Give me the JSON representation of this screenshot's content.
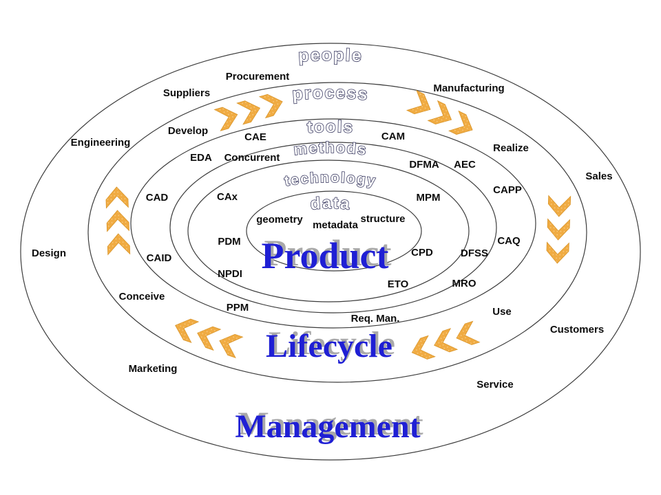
{
  "diagram": {
    "kind": "concentric-ellipse PLM diagram",
    "plm": {
      "product": "Product",
      "lifecycle": "Lifecycle",
      "management": "Management"
    },
    "rings": {
      "people": {
        "label": "people",
        "terms": {
          "procurement": "Procurement",
          "suppliers": "Suppliers",
          "manufacturing": "Manufacturing",
          "engineering": "Engineering",
          "design": "Design",
          "sales": "Sales",
          "customers": "Customers",
          "marketing": "Marketing",
          "service": "Service"
        }
      },
      "process": {
        "label": "process",
        "terms": {
          "develop": "Develop",
          "realize": "Realize",
          "conceive": "Conceive",
          "use": "Use"
        }
      },
      "tools": {
        "label": "tools",
        "terms": {
          "cae": "CAE",
          "cam": "CAM",
          "eda": "EDA",
          "aec": "AEC",
          "cad": "CAD",
          "capp": "CAPP",
          "caid": "CAID",
          "caq": "CAQ",
          "ppm": "PPM",
          "req_man": "Req. Man.",
          "mro": "MRO"
        }
      },
      "methods": {
        "label": "methods",
        "terms": {
          "concurrent": "Concurrent",
          "dfma": "DFMA",
          "npdi": "NPDI",
          "eto": "ETO",
          "dfss": "DFSS"
        }
      },
      "technology": {
        "label": "technology",
        "terms": {
          "cax": "CAx",
          "mpm": "MPM",
          "pdm": "PDM",
          "cpd": "CPD"
        }
      },
      "data": {
        "label": "data",
        "terms": {
          "geometry": "geometry",
          "metadata": "metadata",
          "structure": "structure"
        }
      }
    },
    "arrows": {
      "flow": "clockwise",
      "color": "#f0ab42",
      "groups": [
        "top-left-chevrons-right-up",
        "top-right-chevrons-right-down",
        "right-chevrons-down",
        "bottom-right-chevrons-left-down",
        "bottom-left-chevrons-left-up",
        "left-chevrons-up"
      ]
    },
    "colors": {
      "plm_text_blue": "#1f1fd4",
      "plm_text_shadow": "#a9a9a9",
      "chevron_gold": "#f0ab42",
      "people_dots": "#3c3c74",
      "process_dots": "#e79d35",
      "tools_dots": "#b23752",
      "methods_dots": "#dcc3c3",
      "technology_dots": "#e6c35a",
      "data_dots": "#49705f",
      "edge_stroke": "#3c3c3c"
    }
  }
}
